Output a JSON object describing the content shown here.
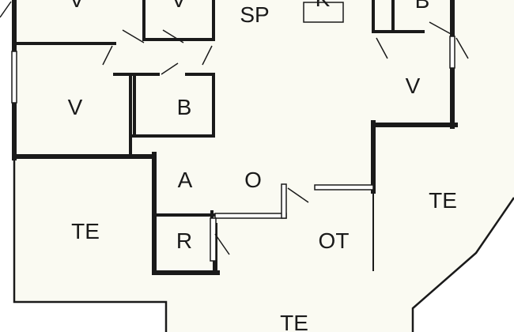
{
  "colors": {
    "background": "#ffffff",
    "floor": "#fafaf2",
    "wall": "#1a1a1a"
  },
  "rooms": {
    "v_top_left": "V",
    "v_top_mid": "V",
    "sp": "SP",
    "k": "K",
    "b_top_right": "B",
    "v_left": "V",
    "b_mid": "B",
    "v_right": "V",
    "a": "A",
    "o": "O",
    "te_right": "TE",
    "te_left": "TE",
    "r": "R",
    "ot": "OT",
    "te_bottom": "TE"
  }
}
